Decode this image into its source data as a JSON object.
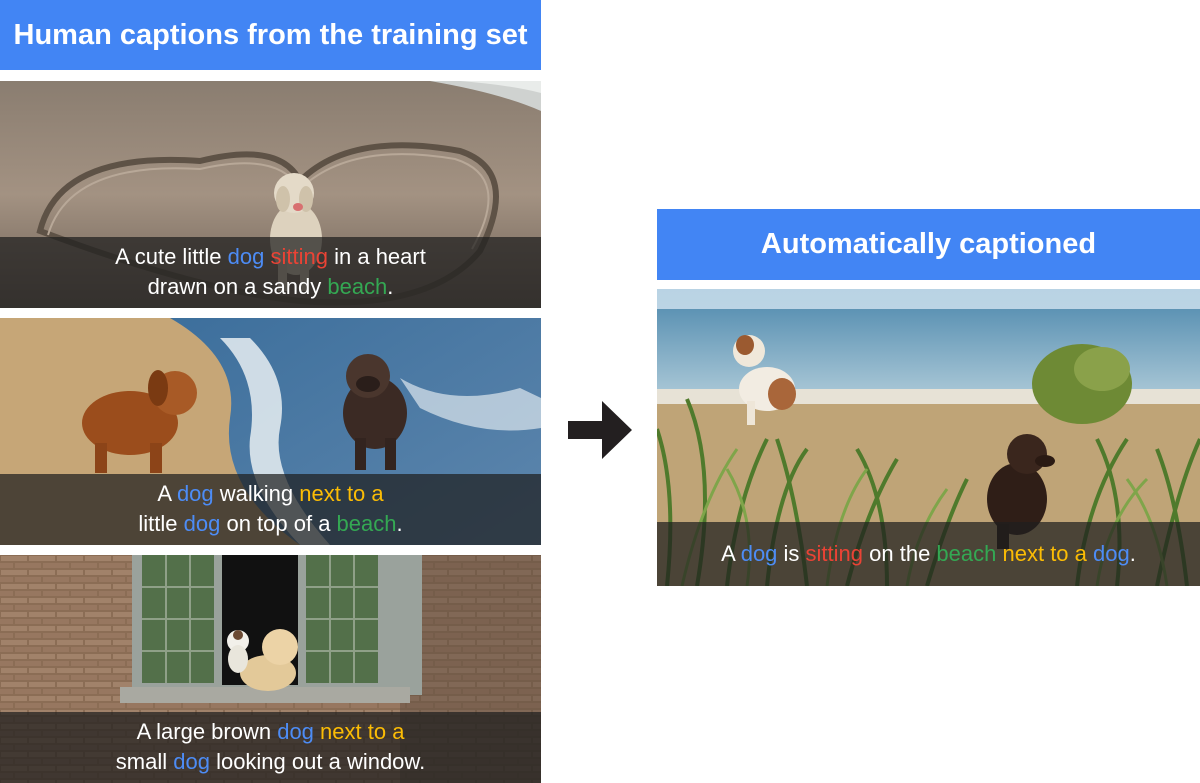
{
  "left_panel": {
    "title": "Human captions from the training set",
    "items": [
      {
        "lines": [
          [
            {
              "text": "A cute little ",
              "color": "white"
            },
            {
              "text": "dog",
              "color": "blue"
            },
            {
              "text": " ",
              "color": "white"
            },
            {
              "text": "sitting",
              "color": "red"
            },
            {
              "text": " in a heart",
              "color": "white"
            }
          ],
          [
            {
              "text": "drawn on a sandy ",
              "color": "white"
            },
            {
              "text": "beach",
              "color": "green"
            },
            {
              "text": ".",
              "color": "white"
            }
          ]
        ]
      },
      {
        "lines": [
          [
            {
              "text": "A ",
              "color": "white"
            },
            {
              "text": "dog",
              "color": "blue"
            },
            {
              "text": " walking ",
              "color": "white"
            },
            {
              "text": "next to a",
              "color": "yellow"
            }
          ],
          [
            {
              "text": "little ",
              "color": "white"
            },
            {
              "text": "dog",
              "color": "blue"
            },
            {
              "text": " on top of a ",
              "color": "white"
            },
            {
              "text": "beach",
              "color": "green"
            },
            {
              "text": ".",
              "color": "white"
            }
          ]
        ]
      },
      {
        "lines": [
          [
            {
              "text": "A large brown ",
              "color": "white"
            },
            {
              "text": "dog",
              "color": "blue"
            },
            {
              "text": " ",
              "color": "white"
            },
            {
              "text": "next to a",
              "color": "yellow"
            }
          ],
          [
            {
              "text": "small ",
              "color": "white"
            },
            {
              "text": "dog",
              "color": "blue"
            },
            {
              "text": " looking out a window.",
              "color": "white"
            }
          ]
        ]
      }
    ]
  },
  "right_panel": {
    "title": "Automatically captioned",
    "caption": {
      "lines": [
        [
          {
            "text": "A ",
            "color": "white"
          },
          {
            "text": "dog",
            "color": "blue"
          },
          {
            "text": " is ",
            "color": "white"
          },
          {
            "text": "sitting",
            "color": "red"
          },
          {
            "text": " on the ",
            "color": "white"
          },
          {
            "text": "beach",
            "color": "green"
          },
          {
            "text": " ",
            "color": "white"
          },
          {
            "text": "next to a",
            "color": "yellow"
          },
          {
            "text": " ",
            "color": "white"
          },
          {
            "text": "dog",
            "color": "blue"
          },
          {
            "text": ".",
            "color": "white"
          }
        ]
      ]
    }
  },
  "connector": {
    "icon": "right-arrow-icon"
  },
  "colors": {
    "header_bg": "#4285f4",
    "blue": "#4d8cf5",
    "red": "#ea4335",
    "green": "#34a853",
    "yellow": "#fbbc05"
  }
}
